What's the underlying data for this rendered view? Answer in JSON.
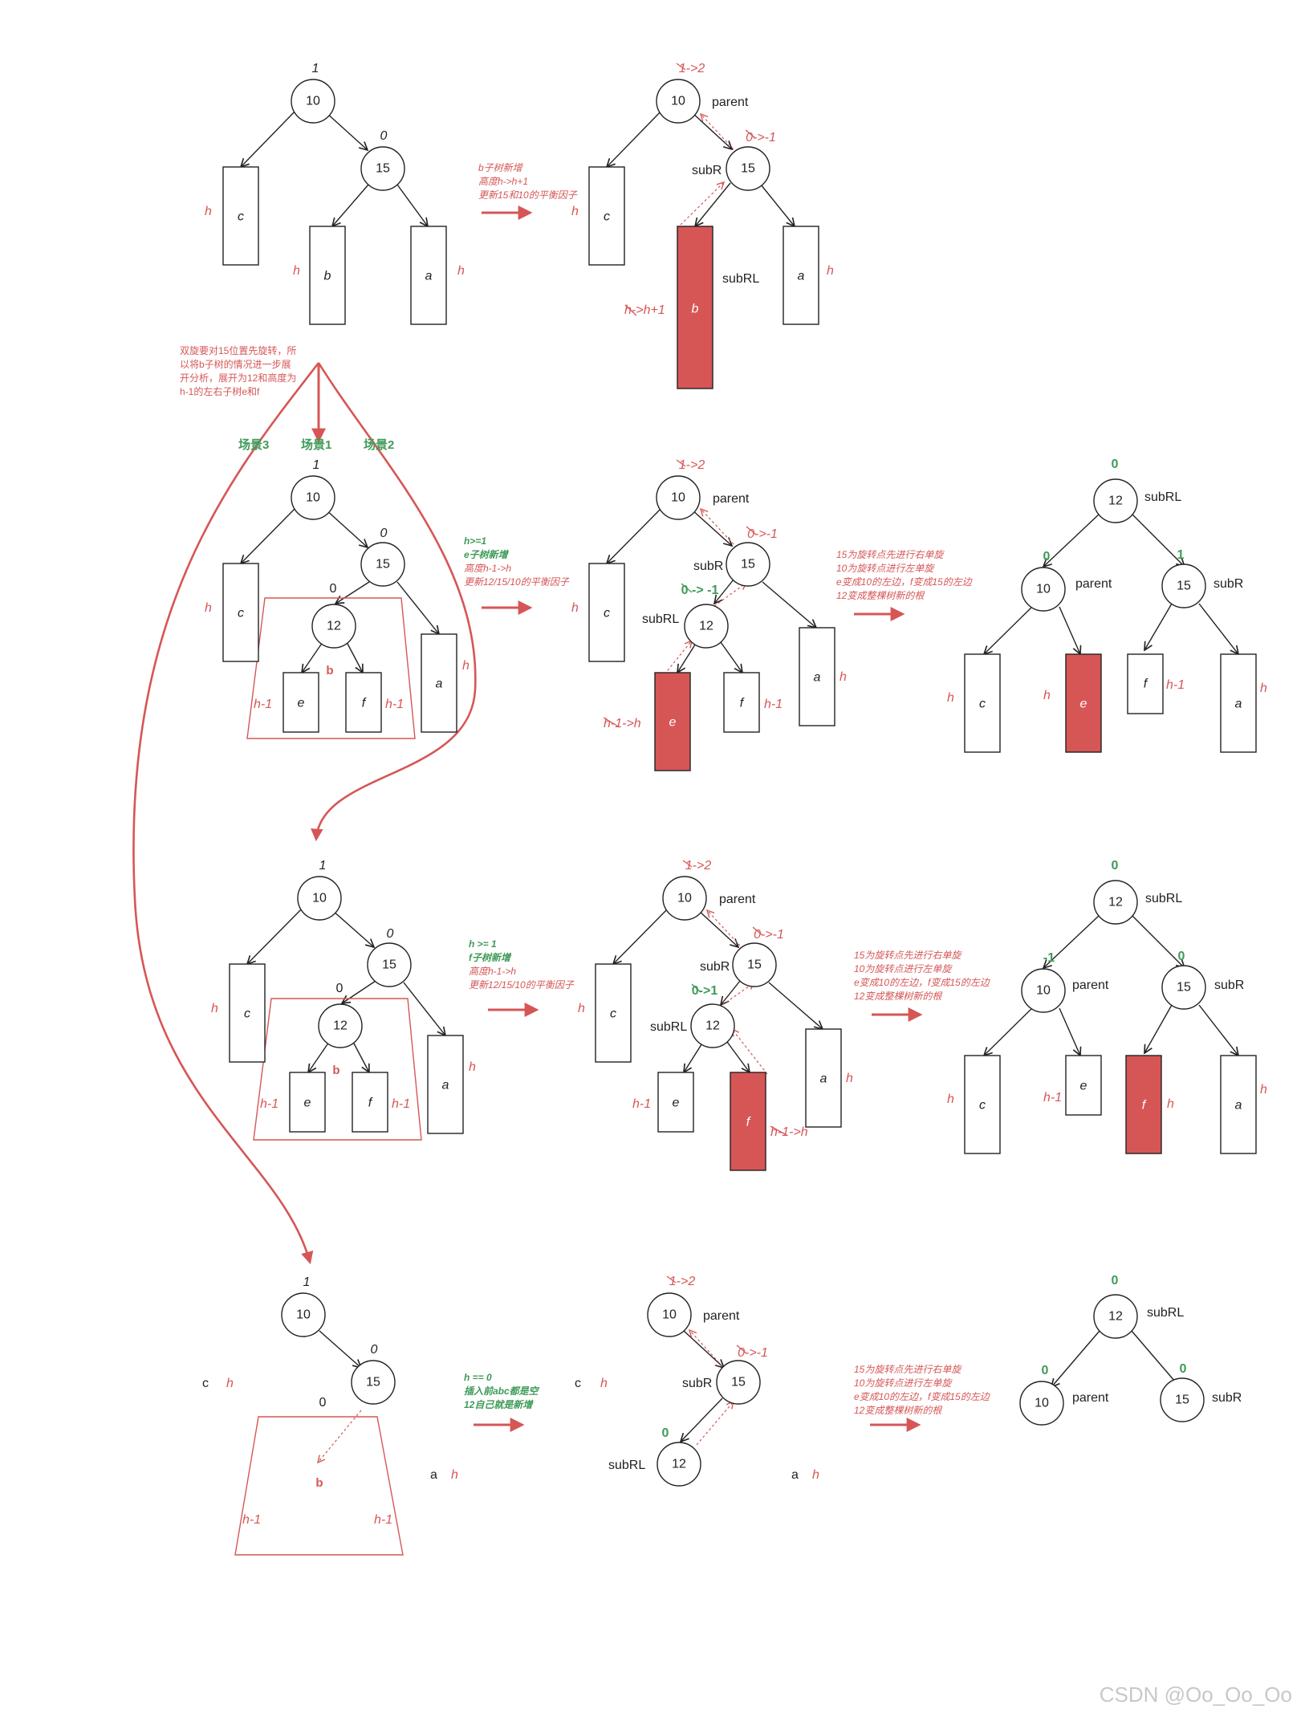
{
  "labels": {
    "root": "10",
    "right": "15",
    "mid": "12",
    "parent": "parent",
    "subR": "subR",
    "subRL": "subRL",
    "c": "c",
    "b": "b",
    "a": "a",
    "e": "e",
    "f": "f",
    "h": "h",
    "h1": "h-1"
  },
  "bf": {
    "one": "1",
    "zero": "0",
    "one_to_two": "1->2",
    "zero_to_neg1": "0->-1",
    "zero_to_neg1_sp": "0 -> -1",
    "zero_to_one": "0->1",
    "neg1": "-1",
    "h_to_h1": "h->h+1",
    "h1_to_h": "h-1->h"
  },
  "notes": {
    "n1": [
      "b子树新增",
      "高度h->h+1",
      "更新15和10的平衡因子"
    ],
    "split": [
      "双旋要对15位置先旋转，所",
      "以将b子树的情况进一步展",
      "开分析，展开为12和高度为",
      "h-1的左右子树e和f"
    ],
    "n2_green": [
      "h>=1",
      "e子树新增"
    ],
    "n2_red": [
      "高度h-1->h",
      "更新12/15/10的平衡因子"
    ],
    "n3_green": [
      "h >= 1",
      "f子树新增"
    ],
    "n3_red": [
      "高度h-1->h",
      "更新12/15/10的平衡因子"
    ],
    "n4_green": [
      "h == 0",
      "插入前abc都是空",
      "12自己就是新增"
    ],
    "rot_a": [
      "15为旋转点先进行右单旋",
      "10为旋转点进行左单旋",
      "e变成10的左边，f变成15的左边",
      "12变成整棵树新的根"
    ]
  },
  "scenes": {
    "s3": "场景3",
    "s1": "场景1",
    "s2": "场景2"
  },
  "colors": {
    "accent_red": "#d65656",
    "accent_green": "#3f9a58",
    "ink": "#222222"
  },
  "watermark": "CSDN @Oo_Oo_Oo"
}
